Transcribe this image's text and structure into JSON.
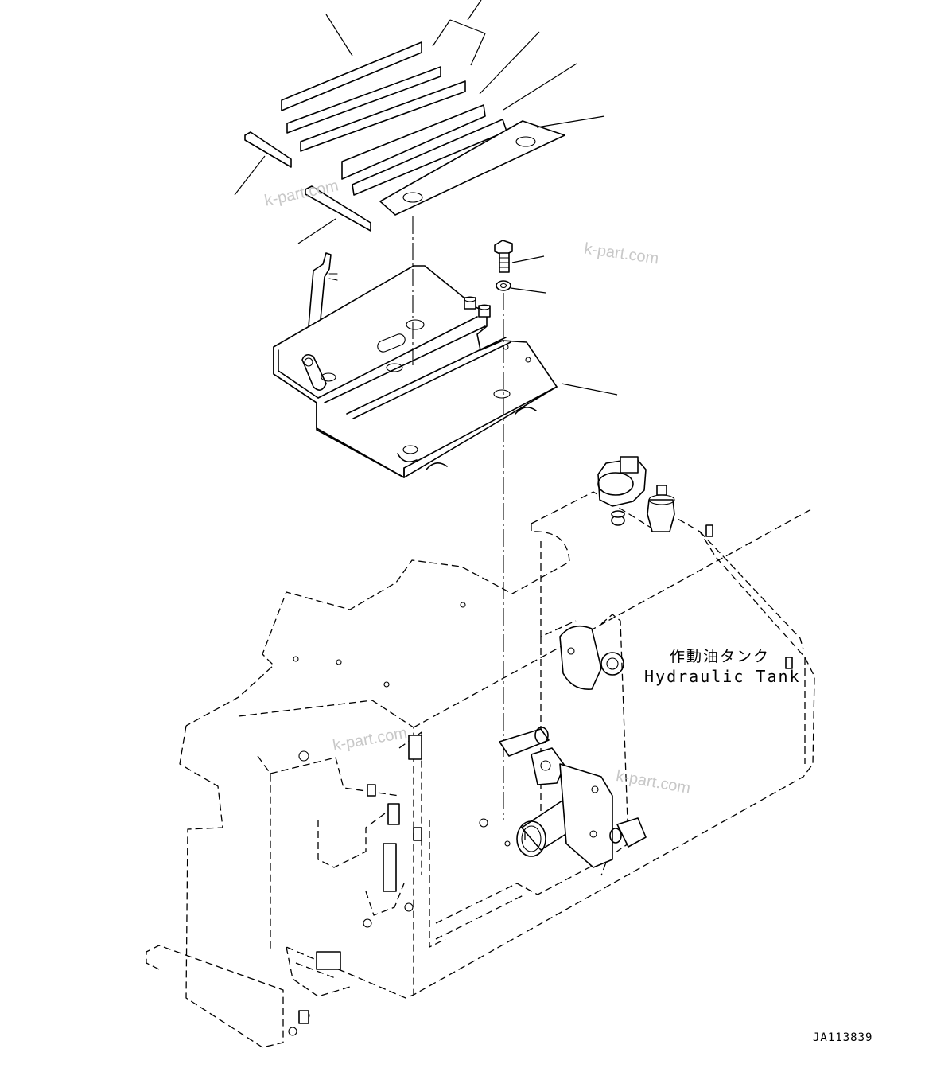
{
  "labels": {
    "tank_jp": "作動油タンク",
    "tank_en": "Hydraulic Tank",
    "drawing_number": "JA113839"
  },
  "watermark": {
    "text": "k-part.com"
  }
}
